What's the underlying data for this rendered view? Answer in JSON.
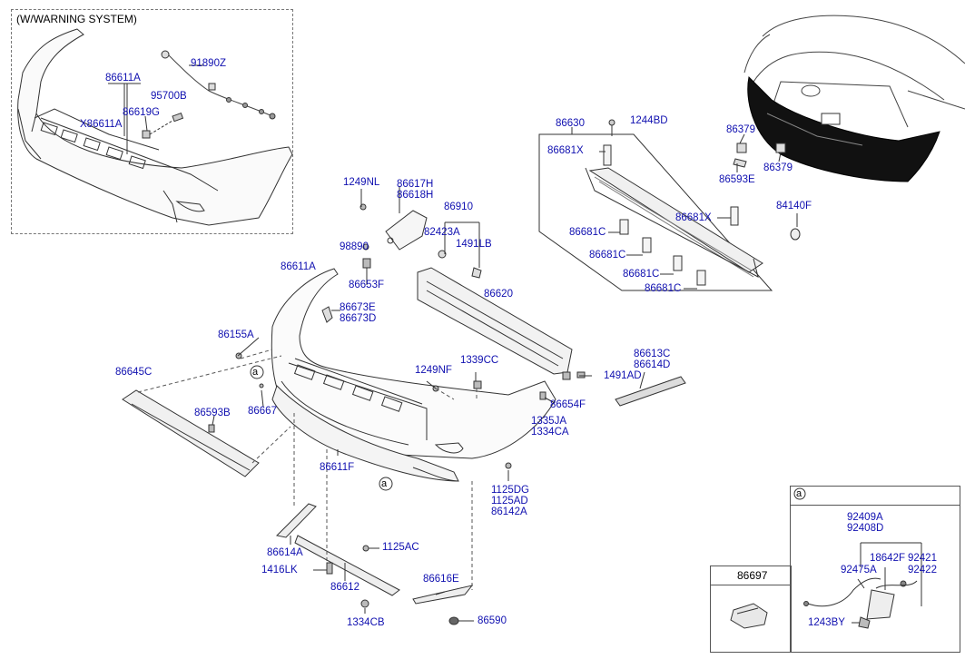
{
  "inset_title": "(W/WARNING SYSTEM)",
  "callout_marker": "a",
  "detail_box_a_marker": "a",
  "detail_box_part": "86697",
  "labels": {
    "p91890Z": "91890Z",
    "p86611A_top": "86611A",
    "p95700B": "95700B",
    "p86619G": "86619G",
    "pX86611A": "X86611A",
    "p86630": "86630",
    "p1244BD": "1244BD",
    "p86681X_a": "86681X",
    "p86681X_b": "86681X",
    "p86681C_a": "86681C",
    "p86681C_b": "86681C",
    "p86681C_c": "86681C",
    "p86681C_d": "86681C",
    "p86379_a": "86379",
    "p86379_b": "86379",
    "p86593E": "86593E",
    "p84140F": "84140F",
    "p1249NL": "1249NL",
    "p86617H": "86617H",
    "p86618H": "86618H",
    "p86910": "86910",
    "p82423A": "82423A",
    "p1491LB": "1491LB",
    "p98890": "98890",
    "p86653F": "86653F",
    "p86611A_mid": "86611A",
    "p86620": "86620",
    "p86673E": "86673E",
    "p86673D": "86673D",
    "p86155A": "86155A",
    "p86645C": "86645C",
    "p86593B": "86593B",
    "p86667": "86667",
    "p1249NF": "1249NF",
    "p1339CC": "1339CC",
    "p86613C": "86613C",
    "p86614D": "86614D",
    "p1491AD": "1491AD",
    "p86654F": "86654F",
    "p1335JA": "1335JA",
    "p1334CA": "1334CA",
    "p86611F": "86611F",
    "p1125DG": "1125DG",
    "p1125AD": "1125AD",
    "p86142A": "86142A",
    "p86614A": "86614A",
    "p1125AC": "1125AC",
    "p1416LK": "1416LK",
    "p86612": "86612",
    "p86616E": "86616E",
    "p1334CB": "1334CB",
    "p86590": "86590",
    "p92409A": "92409A",
    "p92408D": "92408D",
    "p18642F": "18642F",
    "p92421": "92421",
    "p92475A": "92475A",
    "p92422": "92422",
    "p1243BY": "1243BY"
  }
}
